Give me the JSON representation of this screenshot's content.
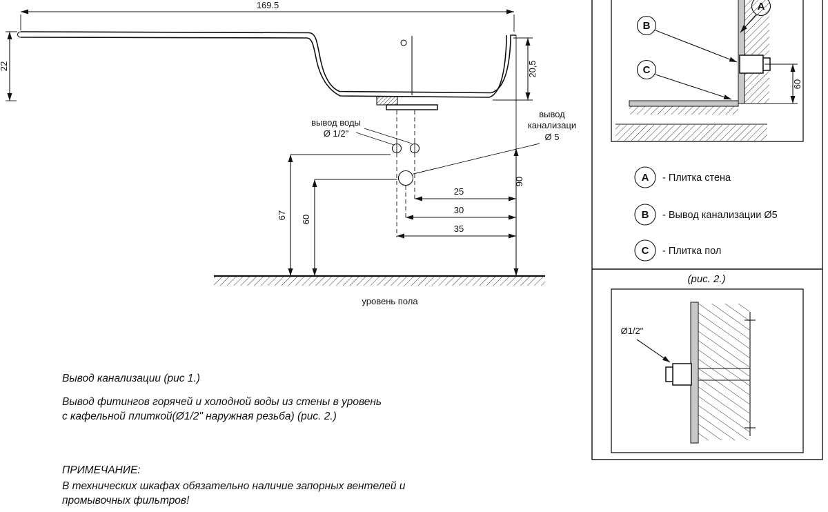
{
  "main": {
    "dims": {
      "width": "169.5",
      "left_h": "22",
      "right_h": "20,5",
      "d25": "25",
      "d30": "30",
      "d35": "35",
      "d67": "67",
      "d60": "60",
      "d90": "90"
    },
    "water_label_1": "вывод воды",
    "water_label_2": "Ø 1/2\"",
    "sewer_label_1": "вывод",
    "sewer_label_2": "канализаци",
    "sewer_label_3": "Ø 5",
    "floor_label": "уровень пола"
  },
  "fig1": {
    "callouts": {
      "a": "A",
      "b": "B",
      "c": "C"
    },
    "dim60": "60",
    "legend": [
      {
        "letter": "A",
        "text": "- Плитка стена"
      },
      {
        "letter": "B",
        "text": "- Вывод канализации  Ø5"
      },
      {
        "letter": "C",
        "text": "- Плитка пол"
      }
    ]
  },
  "fig2": {
    "caption": "(рис. 2.)",
    "diameter_label": "Ø1/2\""
  },
  "notes": {
    "line1": "Вывод канализации (рис 1.)",
    "line2a": "Вывод фитингов горячей и холодной воды из стены в уровень",
    "line2b": "с кафельной плиткой(Ø1/2\" наружная резьба) (рис. 2.)",
    "title": "ПРИМЕЧАНИЕ:",
    "body1": "В технических шкафах обязательно наличие запорных вентелей и",
    "body2": "промывочных фильтров!"
  }
}
